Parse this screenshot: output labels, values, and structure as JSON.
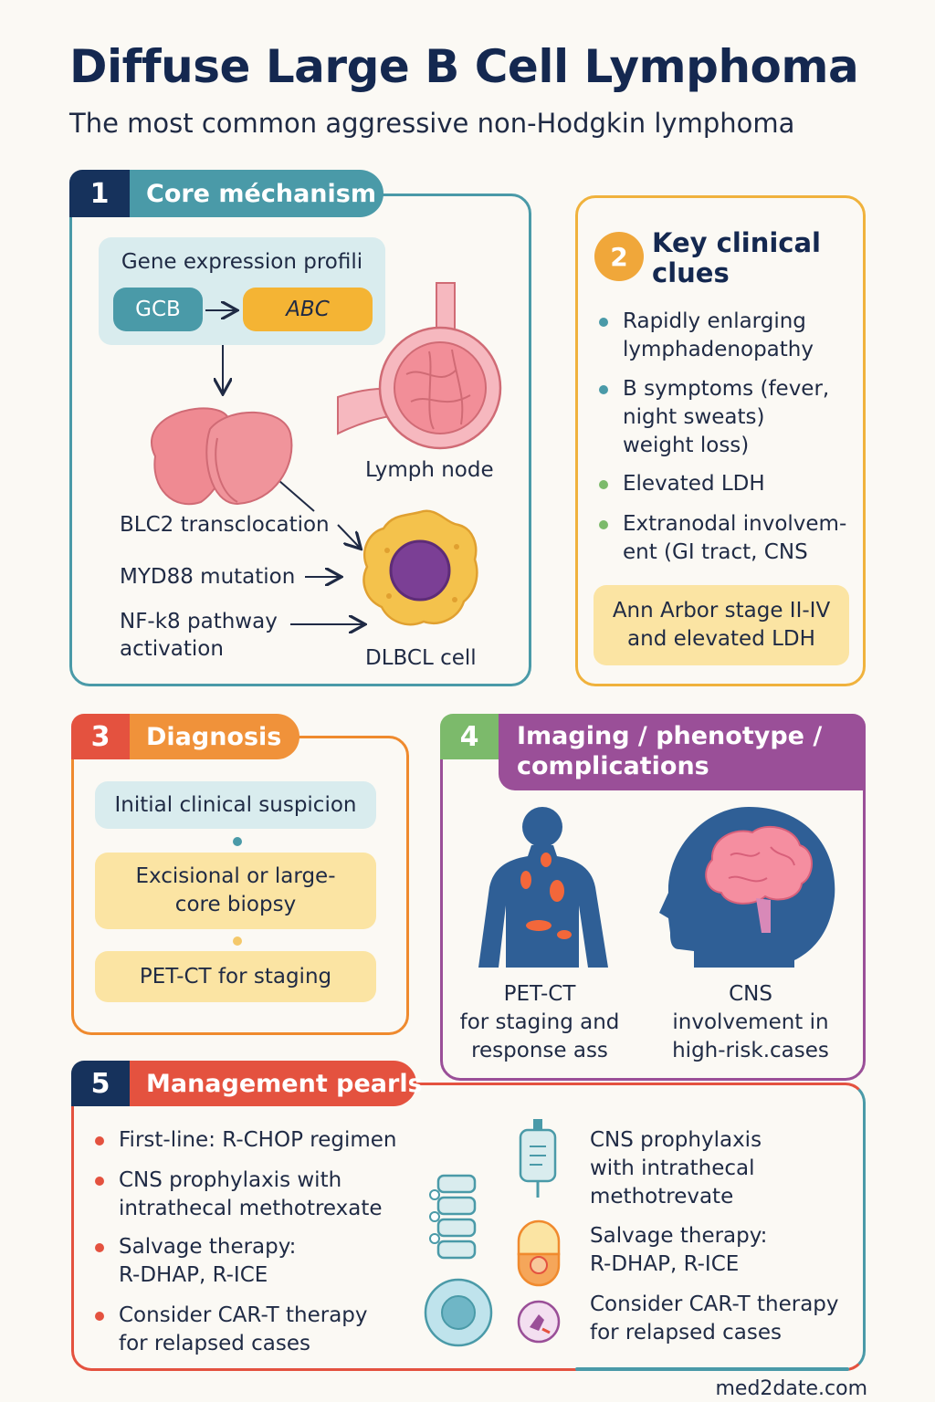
{
  "header": {
    "title": "Diffuse Large B Cell Lymphoma",
    "subtitle": "The most common aggressive non-Hodgkin lymphoma"
  },
  "colors": {
    "navy": "#16325c",
    "teal": "#4a9aa8",
    "orange": "#f0a73a",
    "red": "#e4523f",
    "green": "#7cba6b",
    "purple": "#9a4f98"
  },
  "section1": {
    "number": "1",
    "title": "Core méchanism",
    "gep_label": "Gene expression profili",
    "gcb": "GCB",
    "abc": "ABC",
    "lymph_node_label": "Lymph node",
    "blc2": "BLC2 transclocation",
    "myd88": "MYD88 mutation",
    "nfkb_line1": "NF-k8 pathway",
    "nfkb_line2": "activation",
    "dlbcl_label": "DLBCL cell"
  },
  "section2": {
    "number": "2",
    "title_line1": "Key clinical",
    "title_line2": "clues",
    "clues": [
      [
        "Rapidly enlarging",
        "lymphadenopathy"
      ],
      [
        "B symptoms (fever,",
        "night sweats)",
        "weight loss)"
      ],
      [
        "Elevated LDH"
      ],
      [
        "Extranodal involvem-",
        "ent (GI tract, CNS"
      ]
    ],
    "highlight_line1": "Ann Arbor stage II-IV",
    "highlight_line2": "and elevated LDH"
  },
  "section3": {
    "number": "3",
    "title": "Diagnosis",
    "step1": "Initial clinical suspicion",
    "step2_line1": "Excisional or large-",
    "step2_line2": "core biopsy",
    "step3": "PET-CT for staging"
  },
  "section4": {
    "number": "4",
    "title_line1": "Imaging / phenotype /",
    "title_line2": "complications",
    "petct_line1": "PET-CT",
    "petct_line2": "for  staging and",
    "petct_line3": "response ass",
    "cns_line1": "CNS",
    "cns_line2": "involvement in",
    "cns_line3": "high-risk.cases"
  },
  "section5": {
    "number": "5",
    "title": "Management pearls",
    "left": [
      [
        "First-line: R-CHOP regimen"
      ],
      [
        "CNS prophylaxis with",
        "intrathecal methotrexate"
      ],
      [
        "Salvage therapy:",
        "R-DHAP, R-ICE"
      ],
      [
        "Consider CAR-T therapy",
        "for relapsed cases"
      ]
    ],
    "right": [
      [
        "CNS prophylaxis",
        "with intrathecal",
        "methotrevate"
      ],
      [
        "Salvage therapy:",
        "R-DHAP, R-ICE"
      ],
      [
        "Consider CAR-T therapy",
        "for relapsed cases"
      ]
    ]
  },
  "footer": "med2date.com"
}
